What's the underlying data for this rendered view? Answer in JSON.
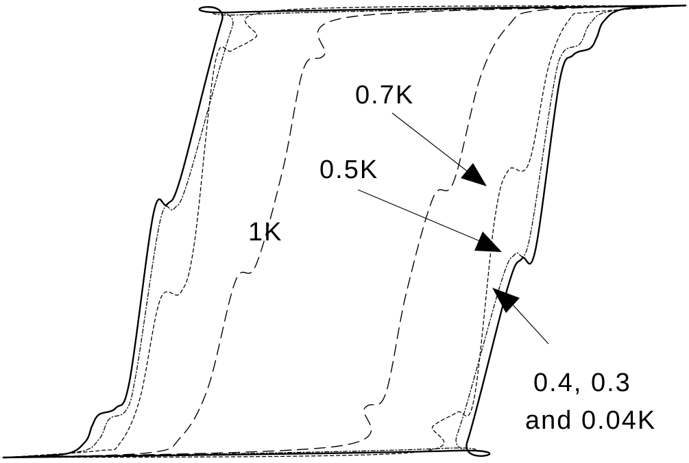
{
  "chart_data": {
    "type": "line",
    "title": "",
    "xlabel": "",
    "ylabel": "",
    "grid": false,
    "axes_visible": false,
    "xlim": [
      -1,
      1
    ],
    "ylim": [
      -1,
      1
    ],
    "series": [
      {
        "name": "0.4, 0.3 and 0.04K",
        "style": "solid",
        "ascending": [
          [
            -1.0,
            -1.0
          ],
          [
            -0.82,
            -0.985
          ],
          [
            -0.76,
            -0.93
          ],
          [
            -0.74,
            -0.86
          ],
          [
            -0.72,
            -0.81
          ],
          [
            -0.67,
            -0.78
          ],
          [
            -0.63,
            -0.66
          ],
          [
            -0.56,
            0.08
          ],
          [
            -0.52,
            0.12
          ],
          [
            -0.48,
            0.24
          ],
          [
            -0.36,
            0.93
          ],
          [
            -0.32,
            0.97
          ],
          [
            1.0,
            1.0
          ]
        ],
        "descending": [
          [
            1.0,
            1.0
          ],
          [
            0.82,
            0.985
          ],
          [
            0.76,
            0.93
          ],
          [
            0.74,
            0.86
          ],
          [
            0.72,
            0.81
          ],
          [
            0.67,
            0.78
          ],
          [
            0.63,
            0.66
          ],
          [
            0.56,
            -0.08
          ],
          [
            0.52,
            -0.12
          ],
          [
            0.48,
            -0.24
          ],
          [
            0.36,
            -0.93
          ],
          [
            0.32,
            -0.97
          ],
          [
            -1.0,
            -1.0
          ]
        ]
      },
      {
        "name": "0.5K",
        "style": "dash-dot",
        "ascending": [
          [
            -1.0,
            -1.0
          ],
          [
            -0.78,
            -0.975
          ],
          [
            -0.72,
            -0.92
          ],
          [
            -0.69,
            -0.83
          ],
          [
            -0.64,
            -0.79
          ],
          [
            -0.61,
            -0.62
          ],
          [
            -0.54,
            0.05
          ],
          [
            -0.5,
            0.1
          ],
          [
            -0.46,
            0.22
          ],
          [
            -0.33,
            0.9
          ],
          [
            -0.28,
            0.96
          ],
          [
            1.0,
            1.0
          ]
        ],
        "descending": [
          [
            1.0,
            1.0
          ],
          [
            0.78,
            0.975
          ],
          [
            0.72,
            0.92
          ],
          [
            0.69,
            0.83
          ],
          [
            0.64,
            0.79
          ],
          [
            0.61,
            0.62
          ],
          [
            0.54,
            -0.05
          ],
          [
            0.5,
            -0.1
          ],
          [
            0.46,
            -0.22
          ],
          [
            0.33,
            -0.9
          ],
          [
            0.28,
            -0.96
          ],
          [
            -1.0,
            -1.0
          ]
        ]
      },
      {
        "name": "0.7K",
        "style": "short-dash",
        "ascending": [
          [
            -1.0,
            -1.0
          ],
          [
            -0.72,
            -0.97
          ],
          [
            -0.66,
            -0.94
          ],
          [
            -0.6,
            -0.74
          ],
          [
            -0.54,
            -0.3
          ],
          [
            -0.48,
            -0.27
          ],
          [
            -0.44,
            -0.05
          ],
          [
            -0.38,
            0.74
          ],
          [
            -0.33,
            0.8
          ],
          [
            -0.26,
            0.86
          ],
          [
            -0.18,
            0.98
          ],
          [
            1.0,
            1.0
          ]
        ],
        "descending": [
          [
            1.0,
            1.0
          ],
          [
            0.72,
            0.97
          ],
          [
            0.66,
            0.94
          ],
          [
            0.6,
            0.74
          ],
          [
            0.54,
            0.3
          ],
          [
            0.48,
            0.27
          ],
          [
            0.44,
            0.05
          ],
          [
            0.38,
            -0.74
          ],
          [
            0.33,
            -0.8
          ],
          [
            0.26,
            -0.86
          ],
          [
            0.18,
            -0.98
          ],
          [
            -1.0,
            -1.0
          ]
        ]
      },
      {
        "name": "1K",
        "style": "long-dash",
        "ascending": [
          [
            -1.0,
            -1.0
          ],
          [
            -0.58,
            -0.98
          ],
          [
            -0.48,
            -0.91
          ],
          [
            -0.4,
            -0.69
          ],
          [
            -0.32,
            -0.22
          ],
          [
            -0.26,
            -0.15
          ],
          [
            -0.18,
            0.28
          ],
          [
            -0.12,
            0.72
          ],
          [
            -0.06,
            0.78
          ],
          [
            0.02,
            0.95
          ],
          [
            1.0,
            1.0
          ]
        ],
        "descending": [
          [
            1.0,
            1.0
          ],
          [
            0.58,
            0.98
          ],
          [
            0.48,
            0.91
          ],
          [
            0.4,
            0.69
          ],
          [
            0.32,
            0.22
          ],
          [
            0.26,
            0.15
          ],
          [
            0.18,
            -0.28
          ],
          [
            0.12,
            -0.72
          ],
          [
            0.06,
            -0.78
          ],
          [
            -0.02,
            -0.95
          ],
          [
            -1.0,
            -1.0
          ]
        ]
      }
    ],
    "annotations": [
      {
        "text": "0.7K",
        "points_to_series": "0.7K"
      },
      {
        "text": "0.5K",
        "points_to_series": "0.5K"
      },
      {
        "text": "1K",
        "points_to_series": "1K"
      },
      {
        "text_line1": "0.4,  0.3",
        "text_line2": "and 0.04K",
        "points_to_series": "0.4, 0.3 and 0.04K"
      }
    ]
  }
}
